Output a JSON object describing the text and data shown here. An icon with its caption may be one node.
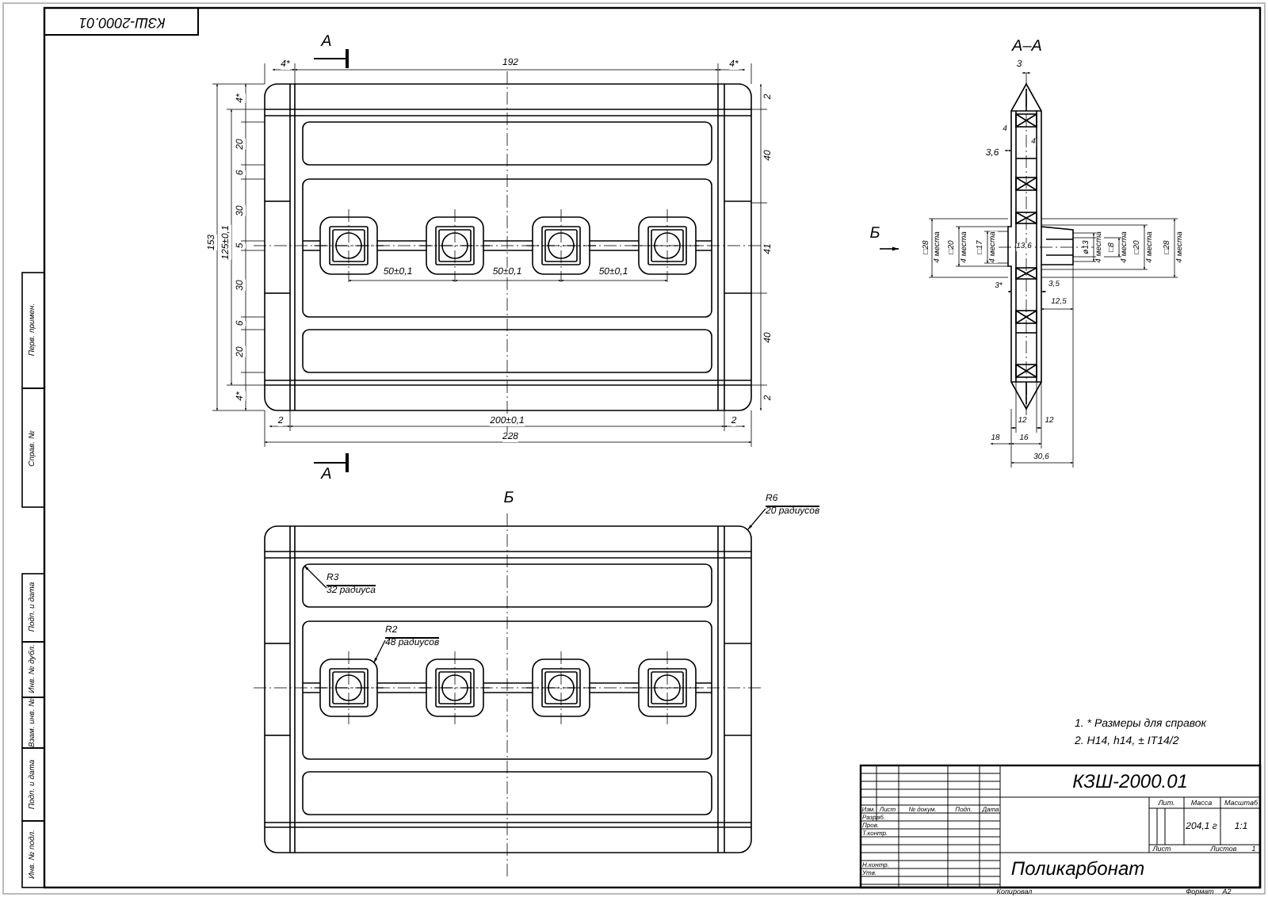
{
  "diagram": {
    "nodes": [
      {
        "text": [
          "R6",
          "20 радиусов"
        ]
      },
      {
        "text": [
          "R3",
          "32 радиуса"
        ]
      },
      {
        "text": [
          "R2",
          "48 радиусов"
        ]
      }
    ],
    "edges": [
      {
        "from": 0,
        "to": null,
        "arrow": "to"
      },
      {
        "from": 1,
        "to": null,
        "arrow": "to"
      },
      {
        "from": 2,
        "to": null,
        "arrow": "to"
      }
    ],
    "labels": [
      "КЗШ-2000.01",
      "А",
      "4*",
      "192",
      "4*",
      "153",
      "125±0,1",
      "4*",
      "20",
      "6",
      "30",
      "5",
      "30",
      "6",
      "20",
      "4*",
      "2",
      "40",
      "41",
      "40",
      "2",
      "50±0,1",
      "50±0,1",
      "50±0,1",
      "2",
      "200±0,1",
      "2",
      "228",
      "А",
      "А–А",
      "3",
      "4",
      "4",
      "3,6",
      "Б",
      "□28",
      "4 места",
      "□20",
      "4 места",
      "□17",
      "4 места",
      "13,6",
      "ø13",
      "4 места",
      "□8",
      "4 места",
      "□20",
      "4 места",
      "□28",
      "4 места",
      "3*",
      "3,5",
      "12,5",
      "12",
      "12",
      "18",
      "16",
      "30,6",
      "Б",
      "1. * Размеры для справок",
      "2. H14, h14, ± IT14/2",
      "КЗШ-2000.01",
      "Лит.",
      "Масса",
      "Масштаб",
      "204,1 г",
      "1:1",
      "Изм.",
      "Лист",
      "№ докум.",
      "Подп.",
      "Дата",
      "Разраб.",
      "Пров.",
      "Т.контр.",
      "Лист",
      "Листов",
      "1",
      "Н.контр.",
      "Утв.",
      "Поликарбонат",
      "Копировал",
      "Формат",
      "А2",
      "Перв. примен.",
      "Справ. №",
      "Подп. и дата",
      "Инв. № дубл.",
      "Взам. инв. №",
      "Подп. и дата",
      "Инв. № подл."
    ]
  }
}
